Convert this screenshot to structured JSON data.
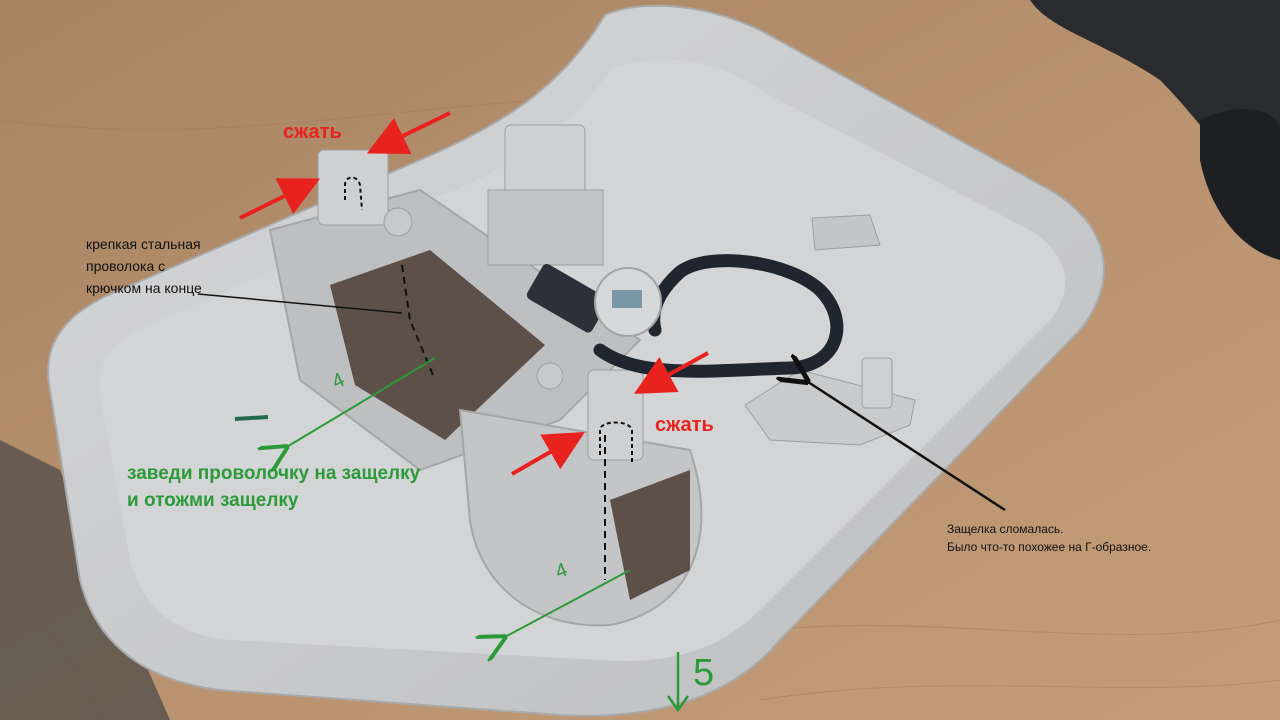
{
  "annotations": {
    "squeeze_top": "сжать",
    "squeeze_bottom": "сжать",
    "wire_note": "крепкая стальная проволока с крючком на конце",
    "instruction": "заведи проволочку на защелку и отожми защелку",
    "latch_note_line1": "Защелка сломалась.",
    "latch_note_line2": "Было что-то похожее на Г-образное.",
    "step_a": "4",
    "step_b": "4",
    "step_c": "5"
  },
  "colors": {
    "table": "#b08a66",
    "plastic": "#c9cacb",
    "arrow_red": "#e8231f",
    "arrow_green": "#2d9a3a",
    "cable": "#1f2630"
  },
  "objects": [
    "car-ceiling-light-housing",
    "wire-harness",
    "connector-plug",
    "sensor-disc"
  ]
}
